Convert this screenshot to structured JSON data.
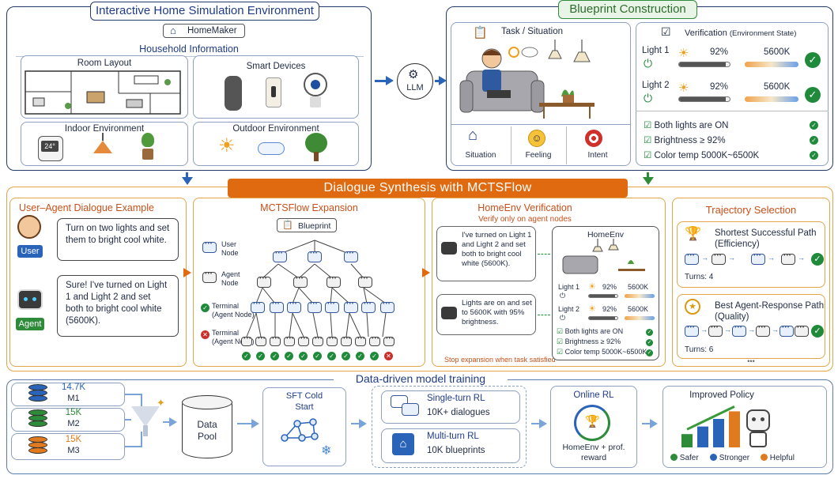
{
  "env": {
    "title": "Interactive Home Simulation Environment",
    "homemaker": "HomeMaker",
    "household": "Household Information",
    "room_layout": "Room Layout",
    "smart_devices": "Smart Devices",
    "indoor": "Indoor Environment",
    "thermostat": "24°",
    "outdoor": "Outdoor Environment"
  },
  "llm": "LLM",
  "blueprint": {
    "title": "Blueprint Construction",
    "task": "Task / Situation",
    "situation": "Situation",
    "feeling": "Feeling",
    "intent": "Intent",
    "verification": "Verification",
    "verification_sub": "(Environment State)",
    "lights": [
      {
        "name": "Light 1",
        "brightness": "92%",
        "brightness_value": 0.92,
        "temp": "5600K"
      },
      {
        "name": "Light 2",
        "brightness": "92%",
        "brightness_value": 0.92,
        "temp": "5600K"
      }
    ],
    "checks": [
      "Both lights are ON",
      "Brightness ≥ 92%",
      "Color temp 5000K~6500K"
    ]
  },
  "dialogue": {
    "banner": "Dialogue Synthesis with MCTSFlow",
    "example_title": "User–Agent Dialogue Example",
    "user_label": "User",
    "agent_label": "Agent",
    "user_msg": "Turn on two lights and set them to bright cool white.",
    "agent_msg": "Sure! I've turned on Light 1 and Light 2 and set both to bright cool white (5600K)."
  },
  "mcts": {
    "title": "MCTSFlow Expansion",
    "blueprint": "Blueprint",
    "user_node": "User Node",
    "agent_node": "Agent Node",
    "terminal_ok": "Terminal (Agent Node)",
    "terminal_fail": "Terminal (Agent Node)"
  },
  "homeenv": {
    "title": "HomeEnv Verification",
    "subtitle": "Verify only on agent nodes",
    "msg1": "I've turned on Light 1 and Light 2 and set both to bright cool white (5600K).",
    "msg2": "Lights are on and set to 5600K with 95% brightness.",
    "box_title": "HomeEnv",
    "lights": [
      {
        "name": "Light 1",
        "brightness": "92%",
        "brightness_value": 0.92,
        "temp": "5600K"
      },
      {
        "name": "Light 2",
        "brightness": "92%",
        "brightness_value": 0.92,
        "temp": "5600K"
      }
    ],
    "checks": [
      "Both lights are ON",
      "Brightness ≥ 92%",
      "Color temp 5000K~6500K"
    ],
    "stop_note": "Stop expansion when task satisfied"
  },
  "trajectory": {
    "title": "Trajectory Selection",
    "shortest_title": "Shortest Successful Path (Efficiency)",
    "shortest_turns": "Turns: 4",
    "best_title": "Best Agent-Response Path (Quality)",
    "best_turns": "Turns: 6",
    "more": "•••"
  },
  "training": {
    "title": "Data-driven model training",
    "models": [
      {
        "count": "14.7K",
        "name": "M1",
        "color": "#2a64b8"
      },
      {
        "count": "15K",
        "name": "M2",
        "color": "#2e8b3a"
      },
      {
        "count": "15K",
        "name": "M3",
        "color": "#e07a1f"
      }
    ],
    "data_pool": "Data Pool",
    "sft": "SFT Cold Start",
    "single_rl": "Single-turn RL",
    "single_rl_sub": "10K+ dialogues",
    "multi_rl": "Multi-turn RL",
    "multi_rl_sub": "10K blueprints",
    "online_rl": "Online RL",
    "online_reward": "HomeEnv + prof. reward",
    "improved": "Improved Policy",
    "legend": [
      {
        "label": "Safer",
        "color": "#2e8b3a"
      },
      {
        "label": "Stronger",
        "color": "#2a64b8"
      },
      {
        "label": "Helpful",
        "color": "#e07a1f"
      }
    ],
    "bars": [
      0.35,
      0.55,
      0.75,
      0.95
    ]
  }
}
